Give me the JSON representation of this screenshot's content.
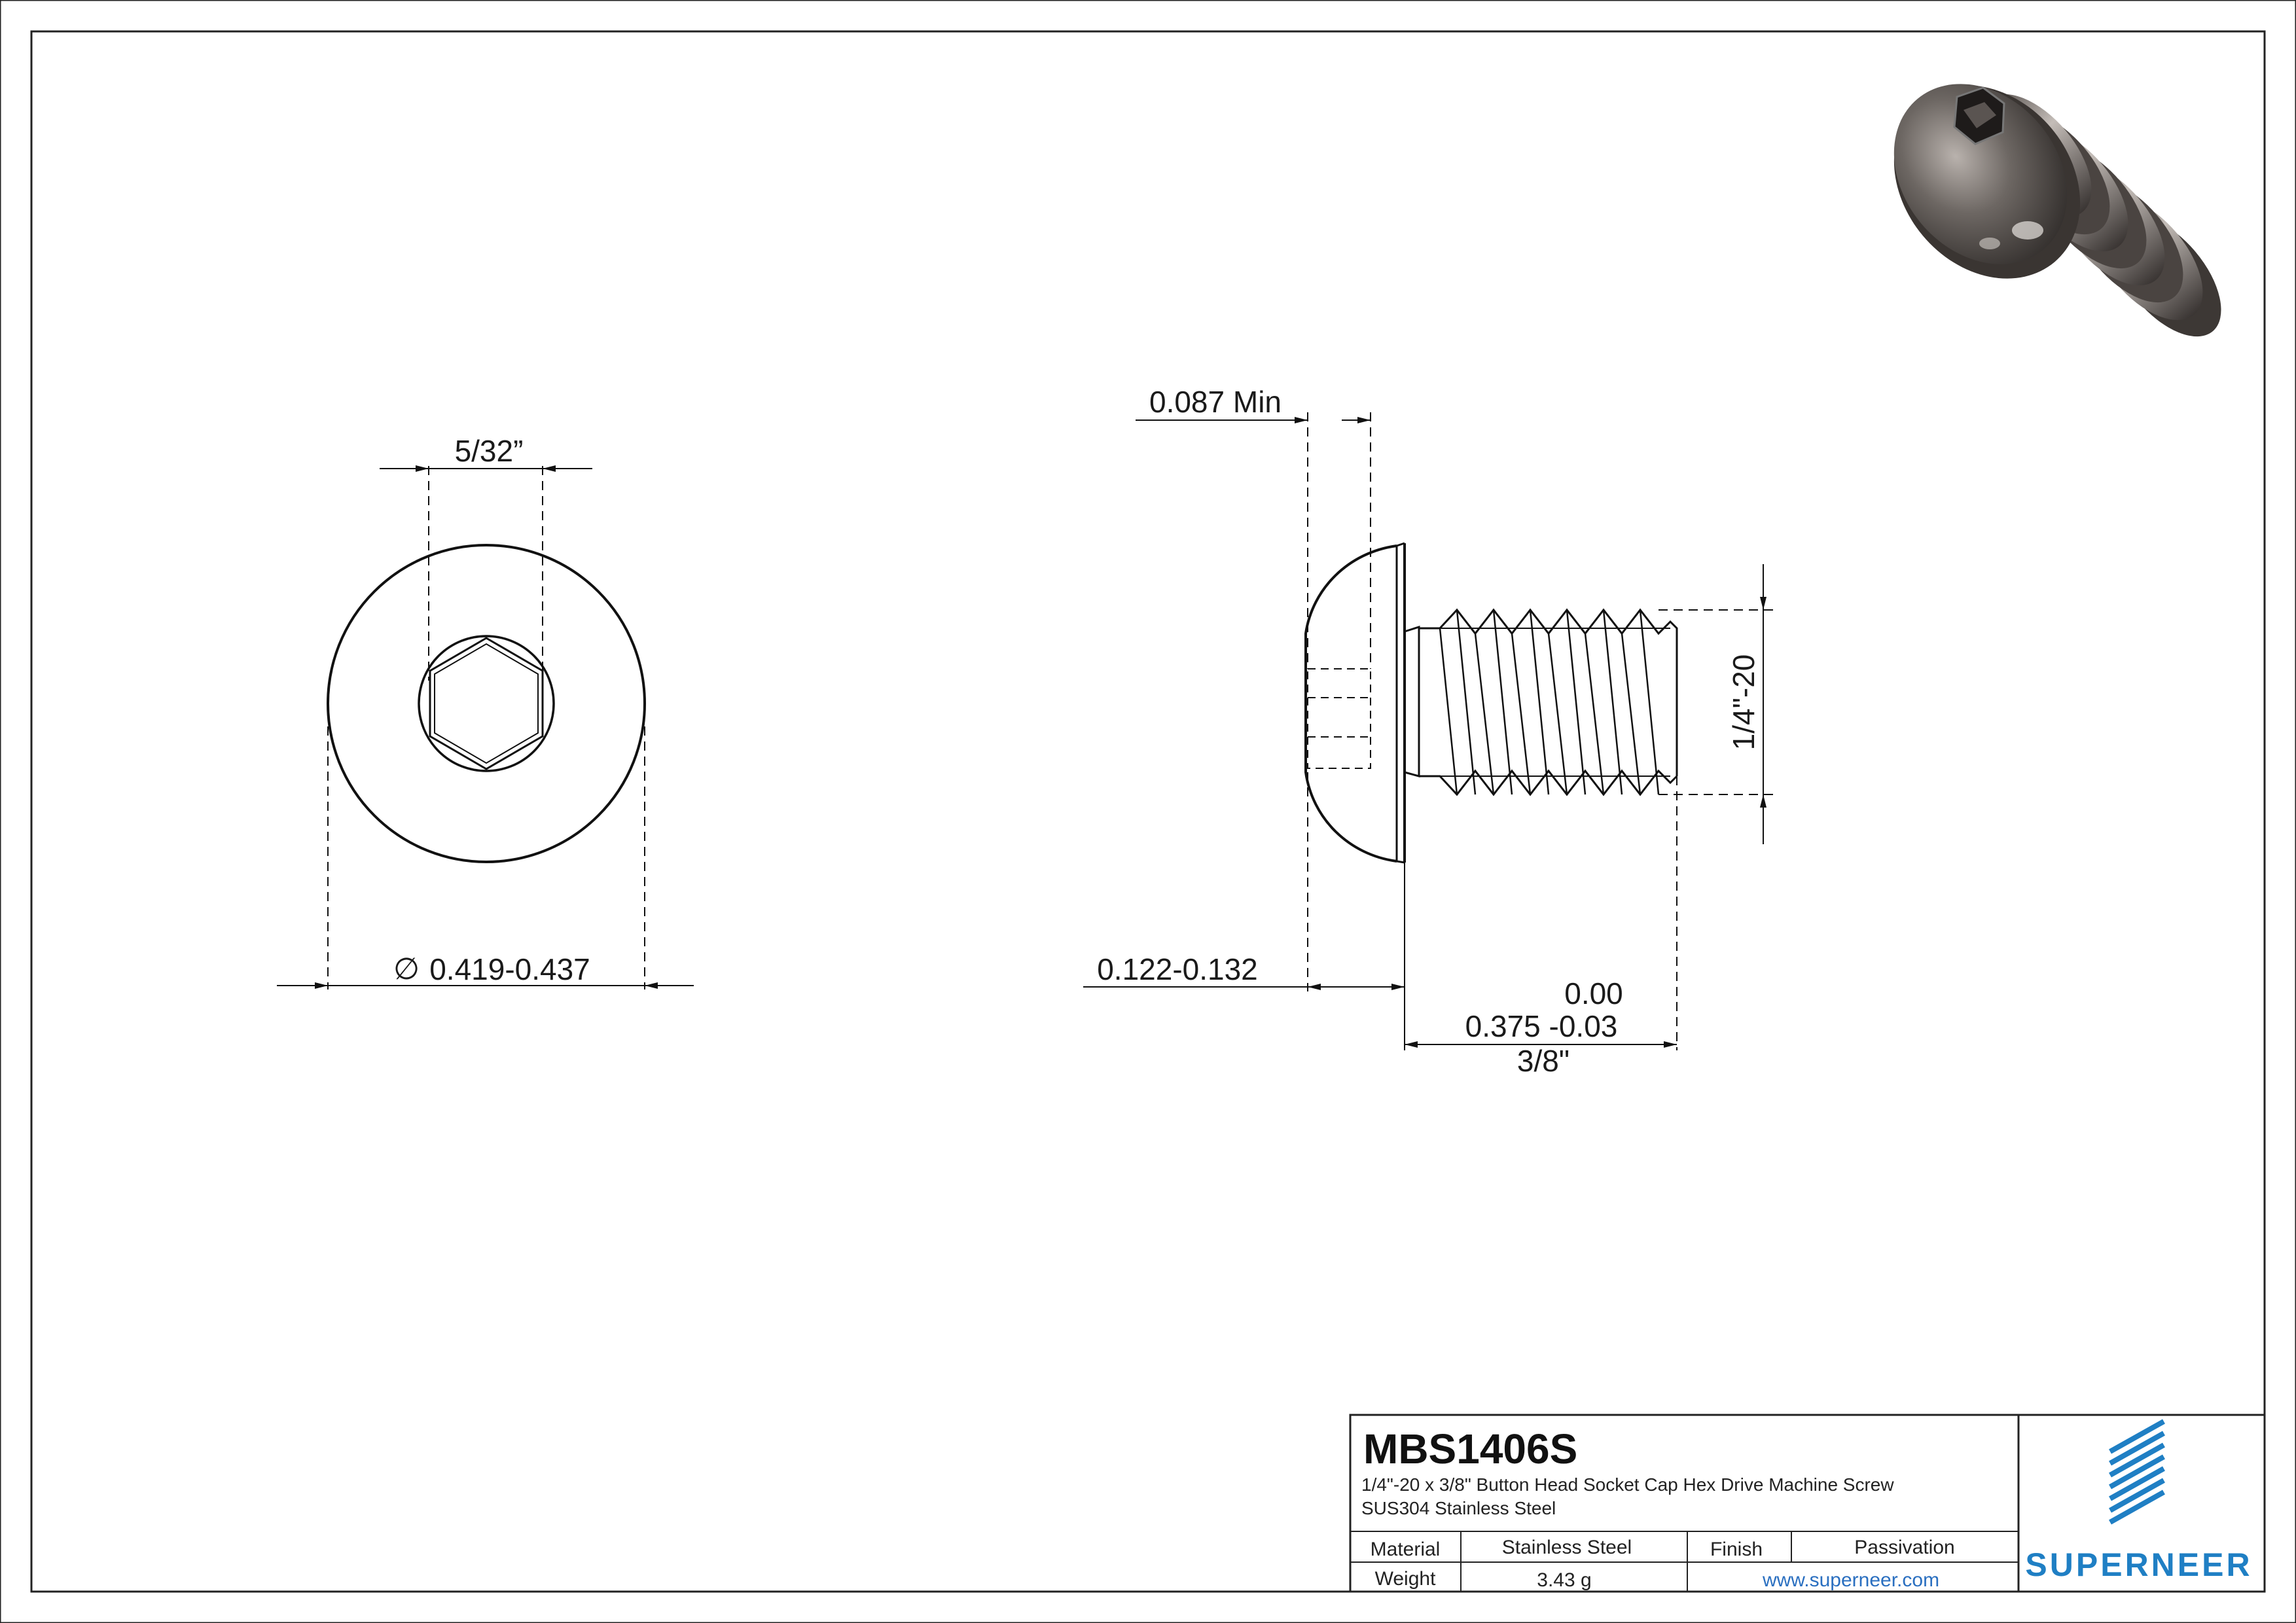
{
  "drawing": {
    "dimensions": {
      "hex_size": "5/32”",
      "head_diameter_symbol": "∅",
      "head_diameter": "0.419-0.437",
      "socket_depth": "0.087 Min",
      "head_height": "0.122-0.132",
      "length_tol_upper": "0.00",
      "length_nominal": "0.375 -0.03",
      "length_fraction": "3/8\"",
      "thread_spec": "1/4\"-20"
    }
  },
  "title_block": {
    "part_number": "MBS1406S",
    "description": "1/4\"-20  x 3/8\" Button Head Socket Cap Hex Drive Machine Screw",
    "material_line": "SUS304 Stainless Steel",
    "material_label": "Material",
    "material_value": "Stainless Steel",
    "finish_label": "Finish",
    "finish_value": "Passivation",
    "weight_label": "Weight",
    "weight_value": "3.43 g",
    "website": "www.superneer.com",
    "brand_name": "SUPERNEER",
    "brand_color": "#1f7fc4"
  },
  "icons": {
    "logo": "superneer-stripes-logo",
    "render": "screw-3d-render"
  }
}
